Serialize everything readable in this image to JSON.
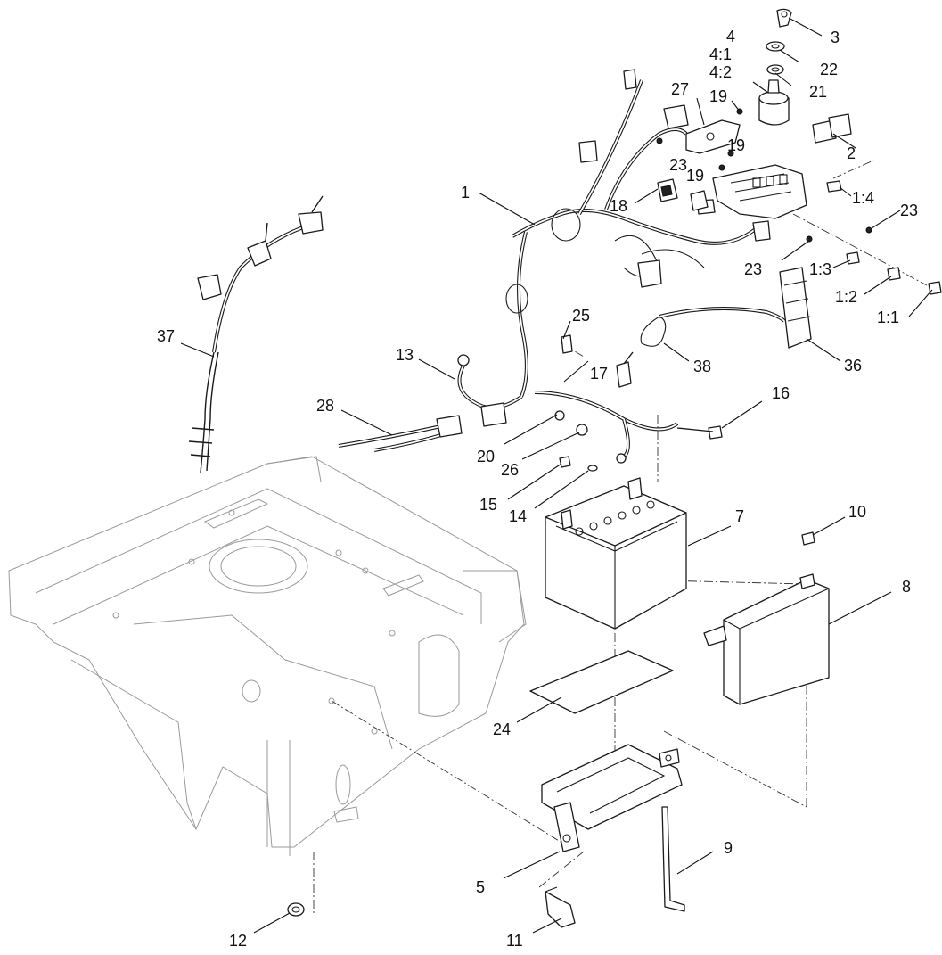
{
  "diagram": {
    "callouts": [
      "1",
      "2",
      "3",
      "4",
      "4:1",
      "4:2",
      "5",
      "7",
      "8",
      "9",
      "10",
      "11",
      "12",
      "13",
      "14",
      "15",
      "16",
      "17",
      "18",
      "19",
      "19",
      "19",
      "20",
      "21",
      "22",
      "23",
      "23",
      "23",
      "24",
      "25",
      "26",
      "27",
      "28",
      "36",
      "37",
      "38",
      "1:1",
      "1:2",
      "1:3",
      "1:4"
    ]
  }
}
